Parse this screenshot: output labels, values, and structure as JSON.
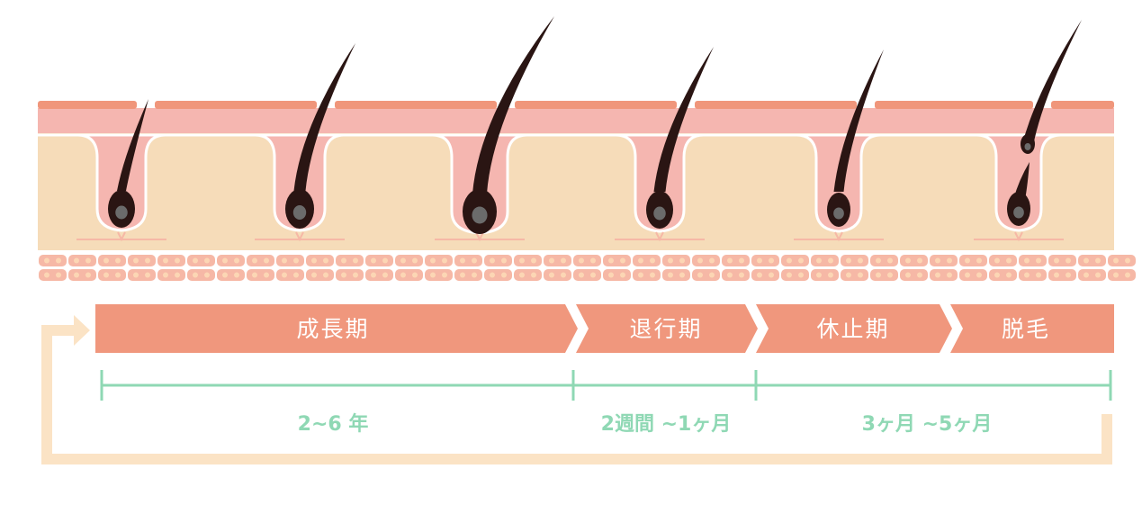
{
  "colors": {
    "skin_top": "#f0967b",
    "epidermis": "#f5b6b0",
    "dermis": "#f6dcb9",
    "cell_row": "#f6b8a6",
    "cell_dot": "#fcd6b4",
    "hair": "#2a1513",
    "bulb_core": "#6b6b6b",
    "phase_bar": "#f0977d",
    "timeline": "#8fd8b4",
    "return_loop": "#fbe3c5"
  },
  "phases": [
    {
      "id": "anagen",
      "label": "成長期"
    },
    {
      "id": "catagen",
      "label": "退行期"
    },
    {
      "id": "telogen",
      "label": "休止期"
    },
    {
      "id": "shedding",
      "label": "脱毛"
    }
  ],
  "durations": [
    {
      "id": "anagen",
      "label": "2~6 年"
    },
    {
      "id": "catagen",
      "label": "2週間 ~1ヶ月"
    },
    {
      "id": "telogen",
      "label": "3ヶ月 ~5ヶ月"
    }
  ]
}
